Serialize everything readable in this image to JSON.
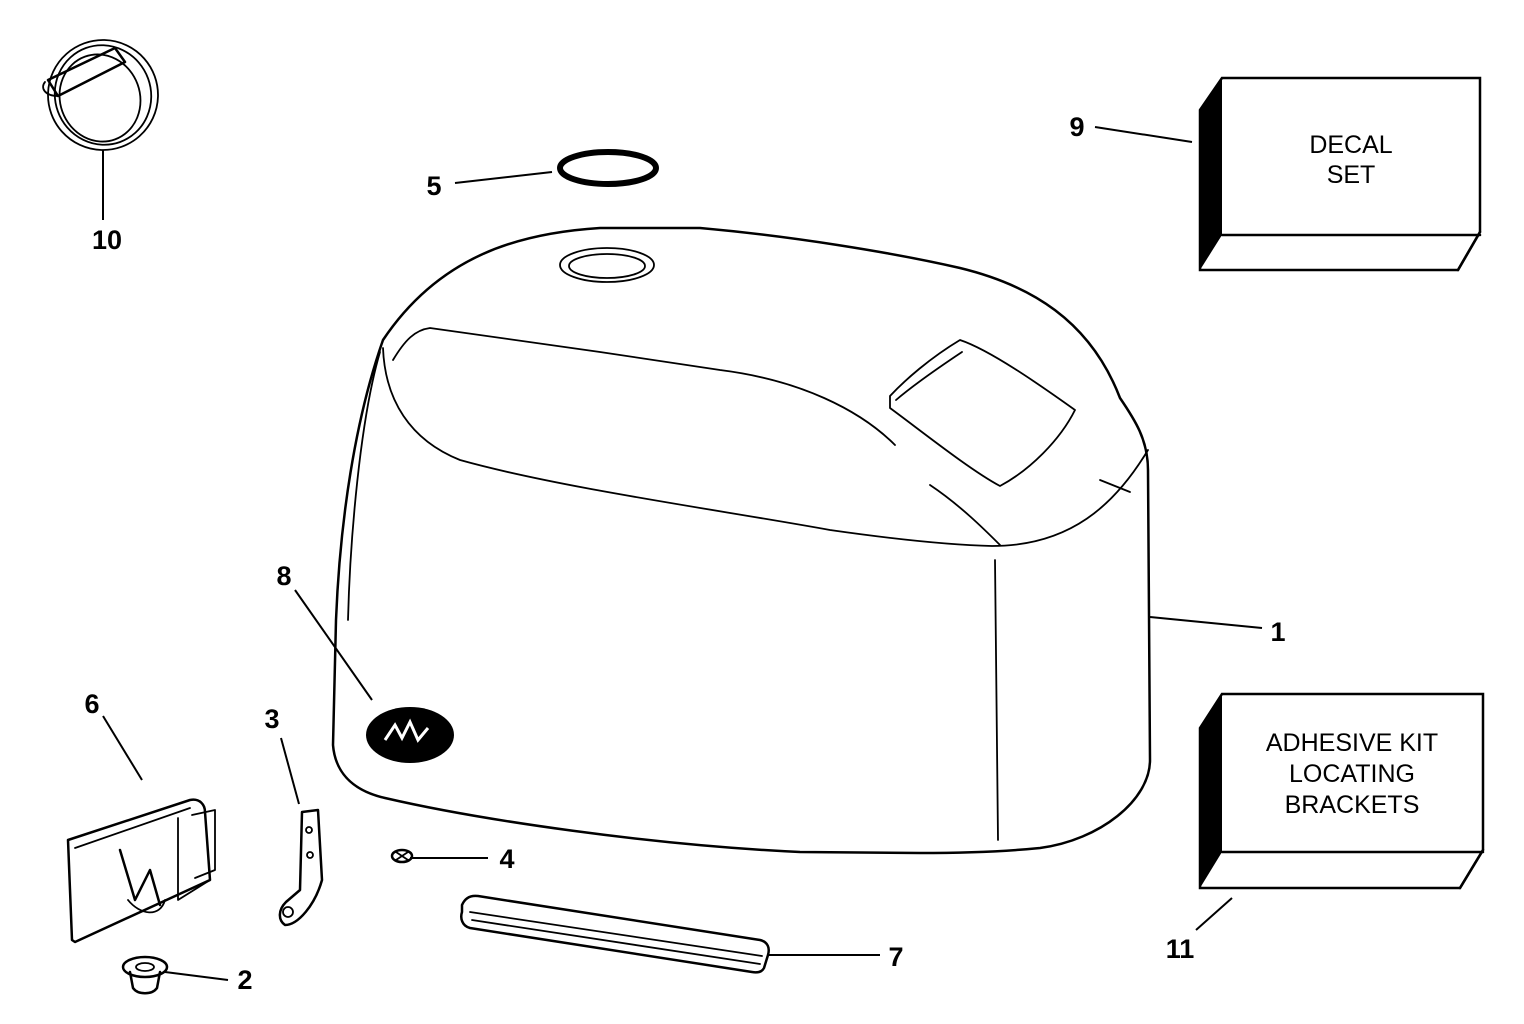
{
  "diagram": {
    "callouts": [
      {
        "id": "1",
        "label": "1"
      },
      {
        "id": "2",
        "label": "2"
      },
      {
        "id": "3",
        "label": "3"
      },
      {
        "id": "4",
        "label": "4"
      },
      {
        "id": "5",
        "label": "5"
      },
      {
        "id": "6",
        "label": "6"
      },
      {
        "id": "7",
        "label": "7"
      },
      {
        "id": "8",
        "label": "8"
      },
      {
        "id": "9",
        "label": "9"
      },
      {
        "id": "10",
        "label": "10"
      },
      {
        "id": "11",
        "label": "11"
      }
    ],
    "decal_box": {
      "line1": "DECAL",
      "line2": "SET"
    },
    "adhesive_box": {
      "line1": "ADHESIVE KIT",
      "line2": "LOCATING",
      "line3": "BRACKETS"
    },
    "colors": {
      "ink": "#000000",
      "paper": "#ffffff"
    }
  }
}
